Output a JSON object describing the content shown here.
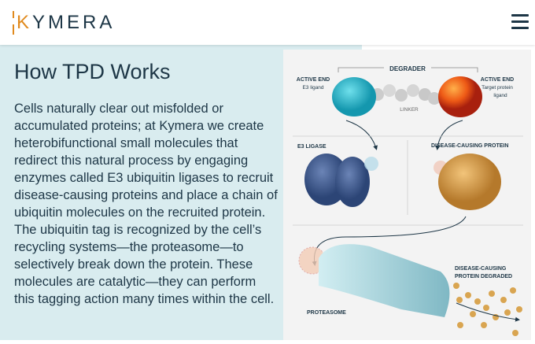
{
  "header": {
    "logo_text_k": "K",
    "logo_text_rest": "YMERA",
    "logo_icon": "kymera-logo",
    "menu_icon": "hamburger-menu-icon"
  },
  "main": {
    "title": "How TPD Works",
    "body": "Cells naturally clear out misfolded or accumulated proteins; at Kymera we create heterobifunctional small molecules that redirect this natural process by engaging enzymes called E3 ubiquitin ligases to recruit disease-causing proteins and place a chain of ubiquitin molecules on the recruited protein. The ubiquitin tag is recognized by the cell’s recycling systems—the proteasome—to selectively break down the protein. These molecules are catalytic—they can perform this tagging action many times within the cell."
  },
  "diagram": {
    "degrader": "DEGRADER",
    "active_end_left": "ACTIVE END",
    "e3_ligand": "E3 ligand",
    "active_end_right": "ACTIVE END",
    "target_ligand_1": "Target protein",
    "target_ligand_2": "ligand",
    "linker": "LINKER",
    "e3_ligase": "E3 LIGASE",
    "disease_protein": "DISEASE-CAUSING PROTEIN",
    "degraded_1": "DISEASE-CAUSING",
    "degraded_2": "PROTEIN DEGRADED",
    "proteasome": "PROTEASOME"
  },
  "colors": {
    "navy": "#1d3646",
    "accent": "#e08a1e",
    "panel": "#d9ecef"
  }
}
